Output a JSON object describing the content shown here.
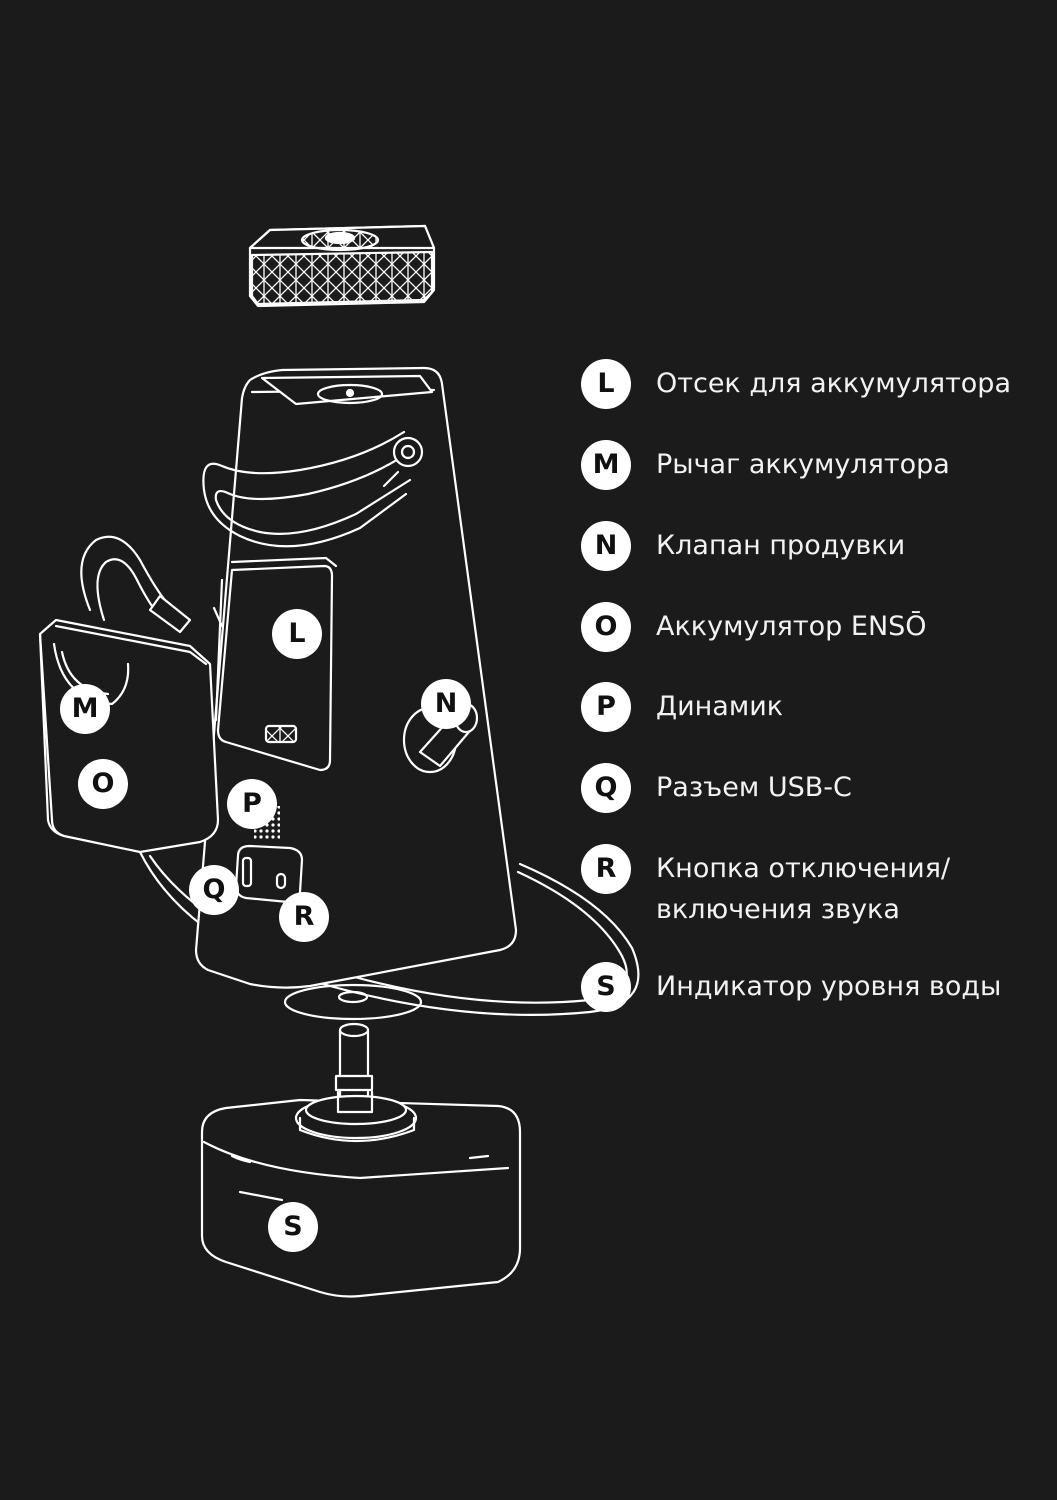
{
  "colors": {
    "background": "#1b1b1b",
    "outline": "#ffffff",
    "marker_fill": "#ffffff",
    "marker_text": "#111111",
    "legend_text": "#f2f2f2"
  },
  "diagram_markers": [
    {
      "letter": "L"
    },
    {
      "letter": "M"
    },
    {
      "letter": "N"
    },
    {
      "letter": "O"
    },
    {
      "letter": "P"
    },
    {
      "letter": "Q"
    },
    {
      "letter": "R"
    },
    {
      "letter": "S"
    }
  ],
  "legend": [
    {
      "letter": "L",
      "text": "Отсек для аккумулятора"
    },
    {
      "letter": "M",
      "text": "Рычаг аккумулятора"
    },
    {
      "letter": "N",
      "text": "Клапан продувки"
    },
    {
      "letter": "O",
      "text": "Аккумулятор ENSŌ"
    },
    {
      "letter": "P",
      "text": "Динамик"
    },
    {
      "letter": "Q",
      "text": "Разъем USB-C"
    },
    {
      "letter": "R",
      "text": "Кнопка отключения/",
      "text_line2": "включения звука"
    },
    {
      "letter": "S",
      "text": "Индикатор уровня воды"
    }
  ]
}
